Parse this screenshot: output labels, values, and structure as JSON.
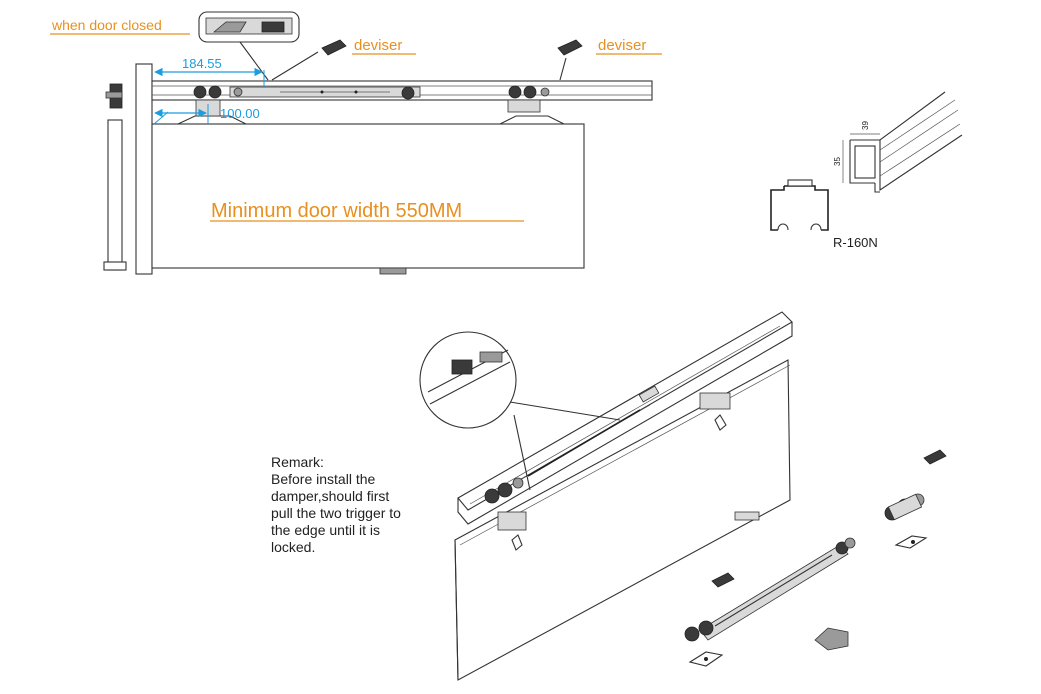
{
  "labels": {
    "when_door_closed": "when door closed",
    "deviser_1": "deviser",
    "deviser_2": "deviser",
    "min_width": "Minimum door width 550MM",
    "dim_184": "184.55",
    "dim_100": "100.00",
    "profile_name": "R-160N",
    "dim_39": "39",
    "dim_35": "35"
  },
  "remark": {
    "lines": [
      "Remark:",
      "Before install the",
      "damper,should first",
      "pull the two trigger to",
      "the edge until it is",
      "locked."
    ]
  },
  "colors": {
    "accent": "#e8901f",
    "dimension": "#1a9ee0"
  }
}
